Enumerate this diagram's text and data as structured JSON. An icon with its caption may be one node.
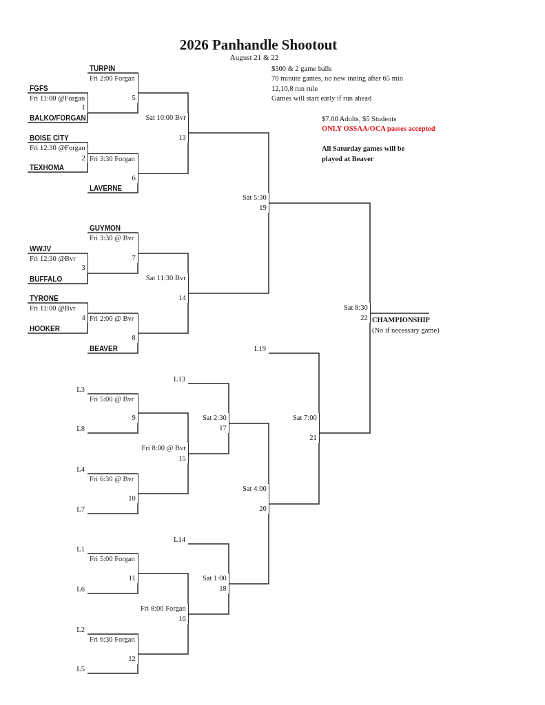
{
  "diagram": {
    "title": "2026 Panhandle Shootout",
    "nodes": [
      {
        "text": [
          "TURPIN"
        ]
      },
      {
        "text": [
          "Fri 2:00 Forgan",
          "5"
        ]
      },
      {
        "text": [
          "FGFS"
        ]
      },
      {
        "text": [
          "Fri 11:00 @Forgan",
          "1"
        ]
      },
      {
        "text": [
          "BALKO/FORGAN"
        ]
      },
      {
        "text": [
          "Sat 10:00 Bvr",
          "13"
        ]
      },
      {
        "text": [
          "BOISE CITY"
        ]
      },
      {
        "text": [
          "Fri 12:30 @Forgan",
          "2"
        ]
      },
      {
        "text": [
          "Fri 3:30 Forgan",
          "6"
        ]
      },
      {
        "text": [
          "TEXHOMA"
        ]
      },
      {
        "text": [
          "LAVERNE"
        ]
      },
      {
        "text": [
          "Sat 5:30",
          "19"
        ]
      },
      {
        "text": [
          "GUYMON"
        ]
      },
      {
        "text": [
          "Fri 3:30 @ Bvr",
          "7"
        ]
      },
      {
        "text": [
          "WWJV"
        ]
      },
      {
        "text": [
          "Fri 12:30 @Bvr",
          "3"
        ]
      },
      {
        "text": [
          "BUFFALO"
        ]
      },
      {
        "text": [
          "Sat 11:30 Bvr",
          "14"
        ]
      },
      {
        "text": [
          "TYRONE"
        ]
      },
      {
        "text": [
          "Fri 11:00 @Bvr",
          "4"
        ]
      },
      {
        "text": [
          "Fri 2:00 @ Bvr",
          "8"
        ]
      },
      {
        "text": [
          "HOOKER"
        ]
      },
      {
        "text": [
          "BEAVER"
        ]
      },
      {
        "text": [
          "Sat 8:30",
          "22"
        ]
      },
      {
        "text": [
          "CHAMPIONSHIP",
          "(No if necessary game)"
        ]
      },
      {
        "text": [
          "L19"
        ]
      },
      {
        "text": [
          "L13"
        ]
      },
      {
        "text": [
          "L3"
        ]
      },
      {
        "text": [
          "Fri 5:00 @ Bvr",
          "9"
        ]
      },
      {
        "text": [
          "L8"
        ]
      },
      {
        "text": [
          "Sat 2:30",
          "17"
        ]
      },
      {
        "text": [
          "Sat 7:00",
          "21"
        ]
      },
      {
        "text": [
          "Fri 8:00 @ Bvr",
          "15"
        ]
      },
      {
        "text": [
          "L4"
        ]
      },
      {
        "text": [
          "Fri 6:30 @ Bvr",
          "10"
        ]
      },
      {
        "text": [
          "Sat 4:00",
          "20"
        ]
      },
      {
        "text": [
          "L7"
        ]
      },
      {
        "text": [
          "L14"
        ]
      },
      {
        "text": [
          "L1"
        ]
      },
      {
        "text": [
          "Fri 5:00 Forgan",
          "11"
        ]
      },
      {
        "text": [
          "L6"
        ]
      },
      {
        "text": [
          "Sat 1:00",
          "18"
        ]
      },
      {
        "text": [
          "Fri 8:00 Forgan",
          "16"
        ]
      },
      {
        "text": [
          "L2"
        ]
      },
      {
        "text": [
          "Fri 6:30 Forgan",
          "12"
        ]
      },
      {
        "text": [
          "L5"
        ]
      }
    ],
    "edges": [
      {
        "from": 2,
        "to": 3,
        "arrow": "none"
      },
      {
        "from": 4,
        "to": 3,
        "arrow": "none"
      },
      {
        "from": 0,
        "to": 1,
        "arrow": "none"
      },
      {
        "from": 3,
        "to": 1,
        "arrow": "none"
      },
      {
        "from": 6,
        "to": 7,
        "arrow": "none"
      },
      {
        "from": 9,
        "to": 7,
        "arrow": "none"
      },
      {
        "from": 7,
        "to": 8,
        "arrow": "none"
      },
      {
        "from": 10,
        "to": 8,
        "arrow": "none"
      },
      {
        "from": 1,
        "to": 5,
        "arrow": "none"
      },
      {
        "from": 8,
        "to": 5,
        "arrow": "none"
      },
      {
        "from": 5,
        "to": 11,
        "arrow": "none"
      },
      {
        "from": 14,
        "to": 15,
        "arrow": "none"
      },
      {
        "from": 16,
        "to": 15,
        "arrow": "none"
      },
      {
        "from": 12,
        "to": 13,
        "arrow": "none"
      },
      {
        "from": 15,
        "to": 13,
        "arrow": "none"
      },
      {
        "from": 18,
        "to": 19,
        "arrow": "none"
      },
      {
        "from": 21,
        "to": 19,
        "arrow": "none"
      },
      {
        "from": 19,
        "to": 20,
        "arrow": "none"
      },
      {
        "from": 22,
        "to": 20,
        "arrow": "none"
      },
      {
        "from": 13,
        "to": 17,
        "arrow": "none"
      },
      {
        "from": 20,
        "to": 17,
        "arrow": "none"
      },
      {
        "from": 17,
        "to": 11,
        "arrow": "none"
      },
      {
        "from": 11,
        "to": 23,
        "arrow": "none"
      },
      {
        "from": 31,
        "to": 23,
        "arrow": "none"
      },
      {
        "from": 23,
        "to": 24,
        "arrow": "none"
      },
      {
        "from": 27,
        "to": 28,
        "arrow": "none"
      },
      {
        "from": 29,
        "to": 28,
        "arrow": "none"
      },
      {
        "from": 33,
        "to": 34,
        "arrow": "none"
      },
      {
        "from": 36,
        "to": 34,
        "arrow": "none"
      },
      {
        "from": 28,
        "to": 32,
        "arrow": "none"
      },
      {
        "from": 34,
        "to": 32,
        "arrow": "none"
      },
      {
        "from": 26,
        "to": 30,
        "arrow": "none"
      },
      {
        "from": 32,
        "to": 30,
        "arrow": "none"
      },
      {
        "from": 38,
        "to": 39,
        "arrow": "none"
      },
      {
        "from": 40,
        "to": 39,
        "arrow": "none"
      },
      {
        "from": 43,
        "to": 44,
        "arrow": "none"
      },
      {
        "from": 45,
        "to": 44,
        "arrow": "none"
      },
      {
        "from": 39,
        "to": 42,
        "arrow": "none"
      },
      {
        "from": 44,
        "to": 42,
        "arrow": "none"
      },
      {
        "from": 37,
        "to": 41,
        "arrow": "none"
      },
      {
        "from": 42,
        "to": 41,
        "arrow": "none"
      },
      {
        "from": 30,
        "to": 35,
        "arrow": "none"
      },
      {
        "from": 41,
        "to": 35,
        "arrow": "none"
      },
      {
        "from": 25,
        "to": 31,
        "arrow": "none"
      },
      {
        "from": 35,
        "to": 31,
        "arrow": "none"
      }
    ],
    "labels": [
      "August 21 & 22",
      "$300 & 2 game balls",
      "70 minute games, no new inning after 65 min",
      "12,10,8 run rule",
      "Games will start early if run ahead",
      "$7.00 Adults, $5 Students",
      "ONLY OSSAA/OCA passes accepted",
      "All Saturday games will be played at Beaver"
    ]
  }
}
